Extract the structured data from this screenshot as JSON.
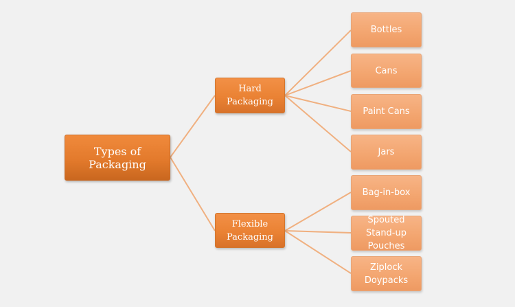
{
  "colors": {
    "background": "#f1f1f1",
    "root_fill": "#e37a2c",
    "mid_fill": "#ea8234",
    "leaf_fill": "#f3a56f",
    "connector": "#f0b080"
  },
  "root": {
    "label": "Types of Packaging"
  },
  "hard_packaging": {
    "label": "Hard Packaging",
    "children": [
      "Bottles",
      "Cans",
      "Paint Cans",
      "Jars"
    ]
  },
  "flexible_packaging": {
    "label": "Flexible Packaging",
    "children": [
      "Bag-in-box",
      "Spouted Stand-up Pouches",
      "Ziplock Doypacks"
    ]
  }
}
